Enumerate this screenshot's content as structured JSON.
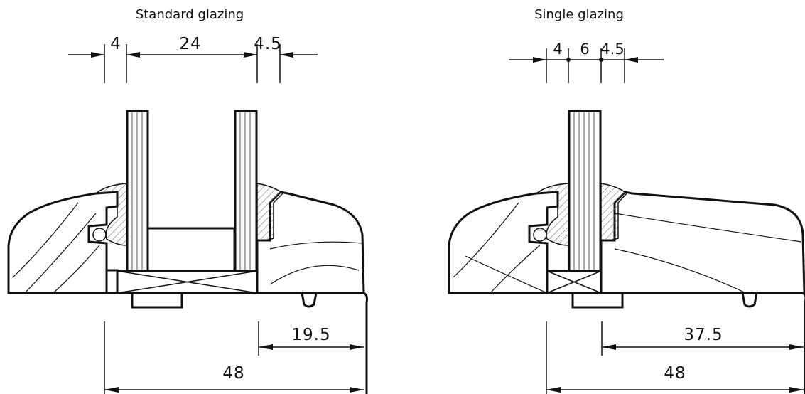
{
  "standard": {
    "title": "Standard glazing",
    "dims": {
      "a": "4",
      "b": "24",
      "c": "4.5",
      "d": "19.5",
      "e": "48"
    }
  },
  "single": {
    "title": "Single glazing",
    "dims": {
      "a": "4",
      "b": "6",
      "c": "4.5",
      "d": "37.5",
      "e": "48"
    }
  }
}
